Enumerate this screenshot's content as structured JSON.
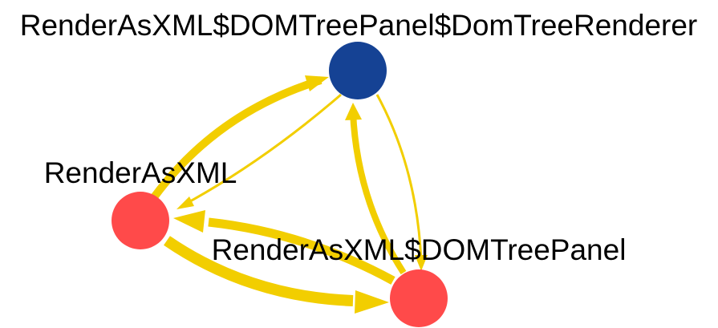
{
  "graph": {
    "nodes": [
      {
        "id": "renderer",
        "label": "RenderAsXML$DOMTreePanel$DomTreeRenderer",
        "color": "#154294"
      },
      {
        "id": "main",
        "label": "RenderAsXML",
        "color": "#FF4A4A"
      },
      {
        "id": "panel",
        "label": "RenderAsXML$DOMTreePanel",
        "color": "#FF4A4A"
      }
    ],
    "edges": [
      {
        "from": "main",
        "to": "renderer"
      },
      {
        "from": "renderer",
        "to": "main"
      },
      {
        "from": "panel",
        "to": "renderer"
      },
      {
        "from": "renderer",
        "to": "panel"
      },
      {
        "from": "main",
        "to": "panel"
      },
      {
        "from": "panel",
        "to": "main"
      }
    ],
    "edge_color": "#F2CE00"
  }
}
